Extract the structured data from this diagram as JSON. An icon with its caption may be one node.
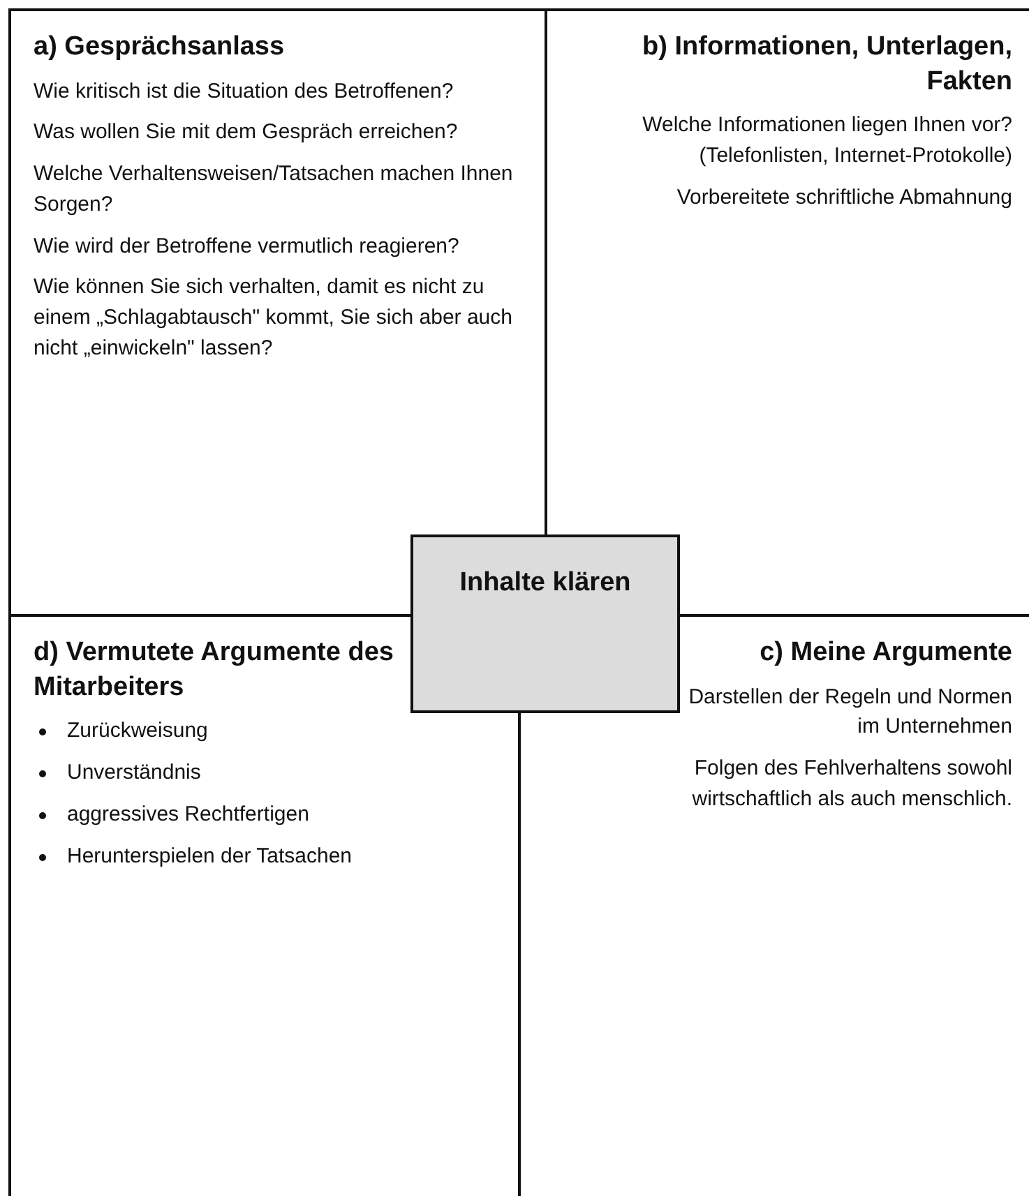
{
  "diagram": {
    "nodes": [
      {
        "text": [
          "a) Gesprächsanlass",
          "Wie kritisch ist die Situation des Betroffenen?",
          "Was wollen Sie mit dem Gespräch erreichen?",
          "Welche Verhaltensweisen/Tatsachen machen Ihnen Sorgen?",
          "Wie wird der Betroffene vermutlich reagieren?",
          "Wie können Sie sich verhalten, damit es nicht zu einem „Schlagabtausch\" kommt, Sie sich aber auch nicht „einwickeln\" lassen?"
        ]
      },
      {
        "text": [
          "b) Informationen, Unterlagen, Fakten",
          "Welche Informationen liegen Ihnen vor? (Telefonlisten, Internet-Protokolle)",
          "Vorbereitete schriftliche Abmahnung"
        ]
      },
      {
        "text": [
          "Inhalte klären"
        ]
      },
      {
        "text": [
          "d) Vermutete Argumente des Mitarbeiters",
          "Zurückweisung",
          "Unverständnis",
          "aggressives Rechtfertigen",
          "Herunterspielen der Tatsachen"
        ]
      },
      {
        "text": [
          "c) Meine Argumente",
          "Darstellen der Regeln und Normen im Unternehmen",
          "Folgen des Fehlverhaltens sowohl wirtschaftlich als auch menschlich."
        ]
      }
    ]
  }
}
